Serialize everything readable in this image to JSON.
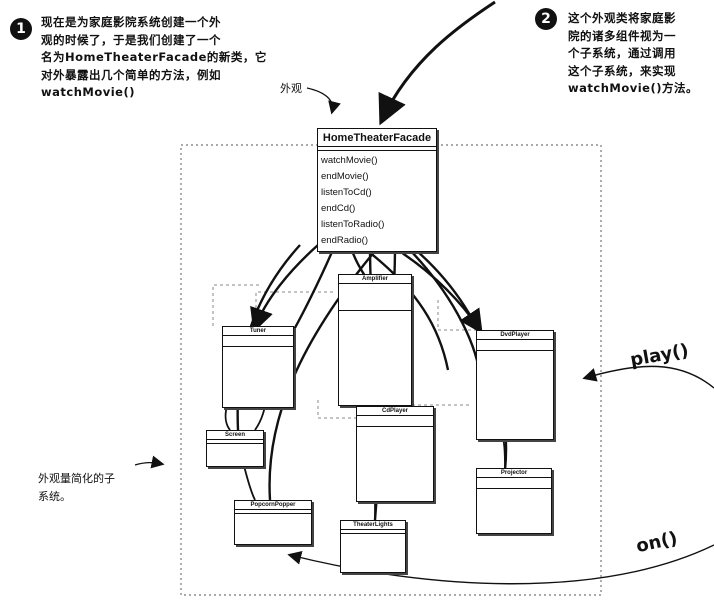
{
  "note1": {
    "number": "1",
    "lines": [
      "现在是为家庭影院系统创建一个外",
      "观的时候了，于是我们创建了一个",
      "名为HomeTheaterFacade的新类，它",
      "对外暴露出几个简单的方法，例如",
      "watchMovie()"
    ]
  },
  "note2": {
    "number": "2",
    "lines": [
      "这个外观类将家庭影",
      "院的诸多组件视为一",
      "个子系统，通过调用",
      "这个子系统，来实现",
      "watchMovie()方法。"
    ]
  },
  "labels": {
    "facade_label": "外观",
    "subsystem_label_line1": "外观量简化的子",
    "subsystem_label_line2": "系统。",
    "play_call": "play()",
    "on_call": "on()"
  },
  "facade_class": {
    "name": "HomeTheaterFacade",
    "methods": [
      "watchMovie()",
      "endMovie()",
      "listenToCd()",
      "endCd()",
      "listenToRadio()",
      "endRadio()"
    ]
  },
  "subsystem_classes": [
    {
      "id": "tuner",
      "name": "Tuner",
      "attributes": [],
      "methods": []
    },
    {
      "id": "amplifier",
      "name": "Amplifier",
      "attributes": [],
      "methods": []
    },
    {
      "id": "dvdplayer",
      "name": "DvdPlayer",
      "attributes": [],
      "methods": []
    },
    {
      "id": "screen",
      "name": "Screen",
      "attributes": [],
      "methods": []
    },
    {
      "id": "cdplayer",
      "name": "CdPlayer",
      "attributes": [],
      "methods": []
    },
    {
      "id": "projector",
      "name": "Projector",
      "attributes": [],
      "methods": []
    },
    {
      "id": "popcornpopper",
      "name": "PopcornPopper",
      "attributes": [],
      "methods": []
    },
    {
      "id": "theaterlights",
      "name": "TheaterLights",
      "attributes": [],
      "methods": []
    }
  ]
}
